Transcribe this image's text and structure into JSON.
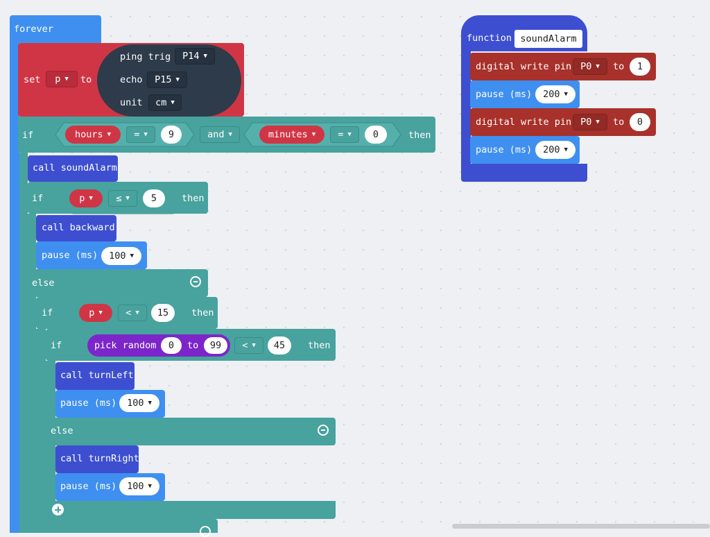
{
  "forever": {
    "label": "forever"
  },
  "set_p": {
    "set_label": "set",
    "var": "p",
    "to_label": "to",
    "ping_label": "ping trig",
    "trig_pin": "P14",
    "echo_label": "echo",
    "echo_pin": "P15",
    "unit_label": "unit",
    "unit": "cm"
  },
  "if1": {
    "if_label": "if",
    "left_var": "hours",
    "left_op": "=",
    "left_val": "9",
    "logic_op": "and",
    "right_var": "minutes",
    "right_op": "=",
    "right_val": "0",
    "then_label": "then"
  },
  "call_sound": {
    "label": "call soundAlarm"
  },
  "if2": {
    "if_label": "if",
    "var": "p",
    "op": "≤",
    "val": "5",
    "then_label": "then"
  },
  "call_back": {
    "label": "call backward"
  },
  "pause_a": {
    "label": "pause (ms)",
    "value": "100"
  },
  "else1": {
    "label": "else"
  },
  "if3": {
    "if_label": "if",
    "var": "p",
    "op": "<",
    "val": "15",
    "then_label": "then"
  },
  "if4": {
    "if_label": "if",
    "rand_label": "pick random",
    "rand_min": "0",
    "rand_to": "to",
    "rand_max": "99",
    "op": "<",
    "val": "45",
    "then_label": "then"
  },
  "call_left": {
    "label": "call turnLeft"
  },
  "pause_b": {
    "label": "pause (ms)",
    "value": "100"
  },
  "else2": {
    "label": "else"
  },
  "call_right": {
    "label": "call turnRight"
  },
  "pause_c": {
    "label": "pause (ms)",
    "value": "100"
  },
  "func": {
    "label": "function",
    "name": "soundAlarm",
    "write_label": "digital write pin",
    "pin1": "P0",
    "to1": "to",
    "val1": "1",
    "pause1_label": "pause (ms)",
    "pause1_val": "200",
    "pin2": "P0",
    "to2": "to",
    "val2": "0",
    "pause2_label": "pause (ms)",
    "pause2_val": "200"
  },
  "colors": {
    "loops": "#3f8ff0",
    "variables": "#d03545",
    "sensor": "#2e3b4a",
    "logic": "#48a29e",
    "functions": "#3d4fd0",
    "basic": "#3f8ff0",
    "pins": "#a8312b",
    "math": "#7c26c9"
  }
}
